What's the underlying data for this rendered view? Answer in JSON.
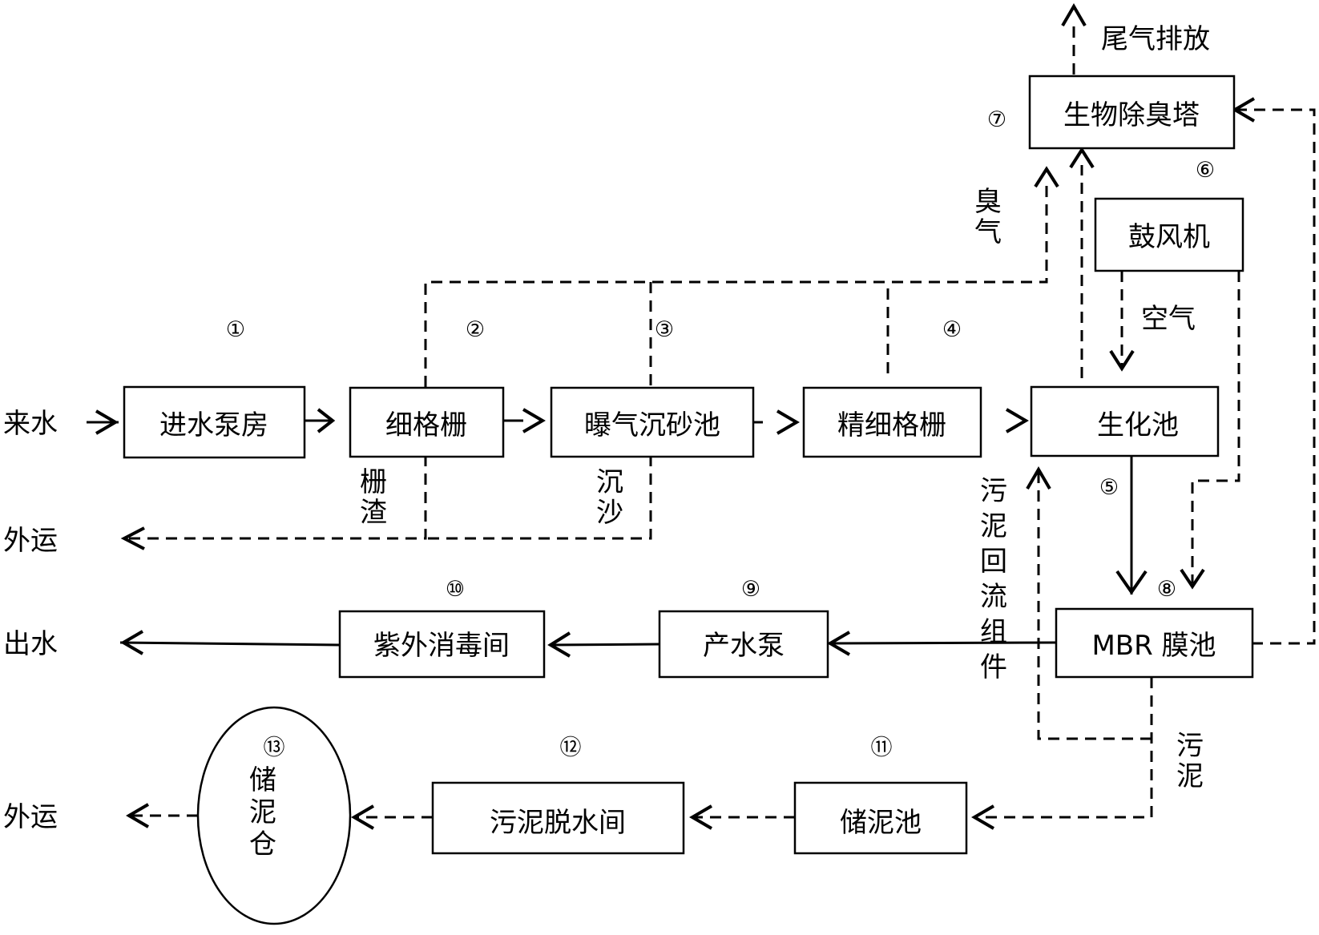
{
  "external_labels": {
    "inflow": "来水",
    "haul_grit": "外运",
    "effluent": "出水",
    "haul_sludge": "外运"
  },
  "units": {
    "intake_pump_house": "进水泵房",
    "fine_screen": "细格栅",
    "aerated_grit_chamber": "曝气沉砂池",
    "precision_fine_screen": "精细格栅",
    "biochemical_tank": "生化池",
    "blower": "鼓风机",
    "bio_deodorization_tower": "生物除臭塔",
    "mbr_tank": "MBR 膜池",
    "product_water_pump": "产水泵",
    "uv_disinfection_room": "紫外消毒间",
    "sludge_storage_tank": "储泥池",
    "sludge_dewatering_room": "污泥脱水间",
    "sludge_silo": "储泥仓"
  },
  "markers": {
    "n1": "①",
    "n2": "②",
    "n3": "③",
    "n4": "④",
    "n5": "⑤",
    "n6": "⑥",
    "n7": "⑦",
    "n8": "⑧",
    "n9": "⑨",
    "n10": "⑩",
    "n11": "⑪",
    "n12": "⑫",
    "n13": "⑬"
  },
  "flow_labels": {
    "screenings": "栅渣",
    "grit": "沉沙",
    "odor": "臭气",
    "air": "空气",
    "sludge_return": "污泥回流组件",
    "sludge": "污泥",
    "exhaust": "尾气排放"
  }
}
